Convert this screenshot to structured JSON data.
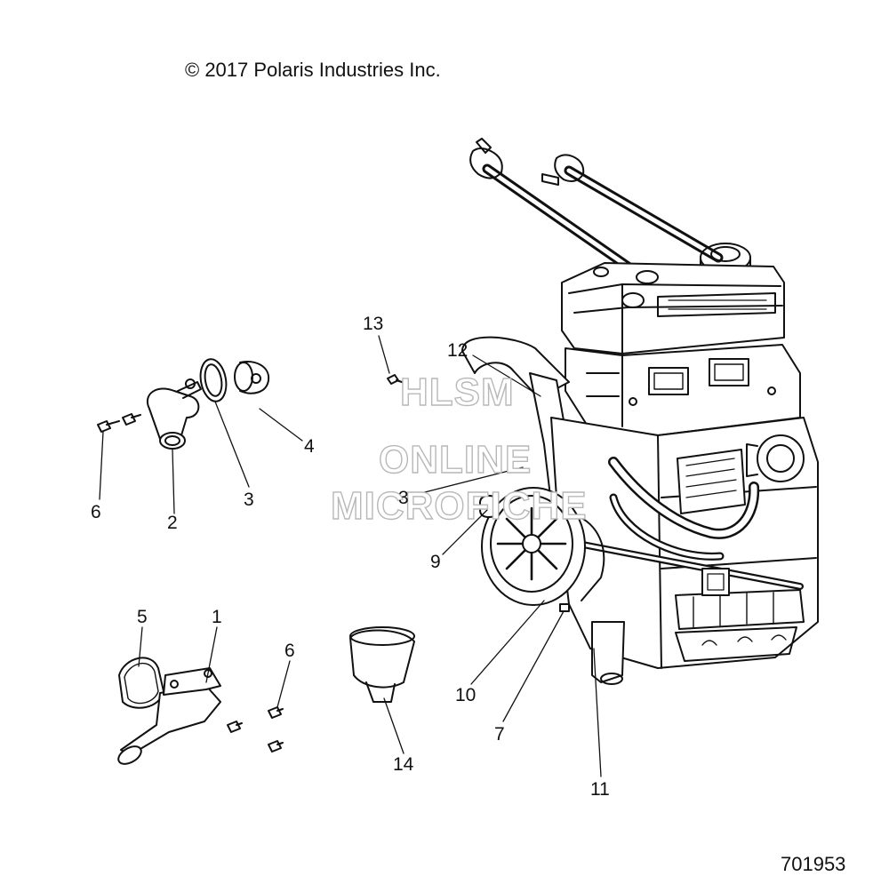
{
  "diagram": {
    "copyright": "© 2017  Polaris Industries Inc.",
    "figure_number": "701953",
    "watermark": [
      "HLSM",
      "ONLINE",
      "MICROFICHE"
    ],
    "callouts": [
      {
        "id": "c13",
        "label": "13"
      },
      {
        "id": "c12",
        "label": "12"
      },
      {
        "id": "c6a",
        "label": "6"
      },
      {
        "id": "c2",
        "label": "2"
      },
      {
        "id": "c3a",
        "label": "3"
      },
      {
        "id": "c4",
        "label": "4"
      },
      {
        "id": "c3b",
        "label": "3"
      },
      {
        "id": "c9",
        "label": "9"
      },
      {
        "id": "c5",
        "label": "5"
      },
      {
        "id": "c1",
        "label": "1"
      },
      {
        "id": "c6b",
        "label": "6"
      },
      {
        "id": "c14",
        "label": "14"
      },
      {
        "id": "c10",
        "label": "10"
      },
      {
        "id": "c7",
        "label": "7"
      },
      {
        "id": "c11",
        "label": "11"
      }
    ]
  }
}
